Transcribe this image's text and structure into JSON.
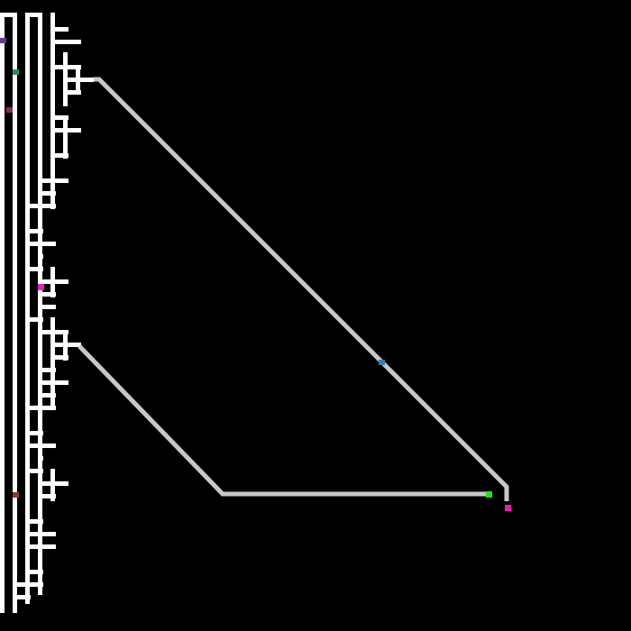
{
  "scene": {
    "description_free": true,
    "background_color": "#000000",
    "maze_color": "#ffffff",
    "path_color": "#c8c8c8",
    "markers": [
      {
        "name": "marker-purple",
        "color": "#6a3a8a"
      },
      {
        "name": "marker-teal",
        "color": "#2e8a6a"
      },
      {
        "name": "marker-maroon",
        "color": "#8a2e4a"
      },
      {
        "name": "marker-magenta-a",
        "color": "#e020c0"
      },
      {
        "name": "marker-red-brown",
        "color": "#8a3a2a"
      },
      {
        "name": "marker-blue",
        "color": "#3a7aaa"
      },
      {
        "name": "marker-green",
        "color": "#20e020"
      },
      {
        "name": "marker-magenta-b",
        "color": "#e020b0"
      }
    ]
  }
}
